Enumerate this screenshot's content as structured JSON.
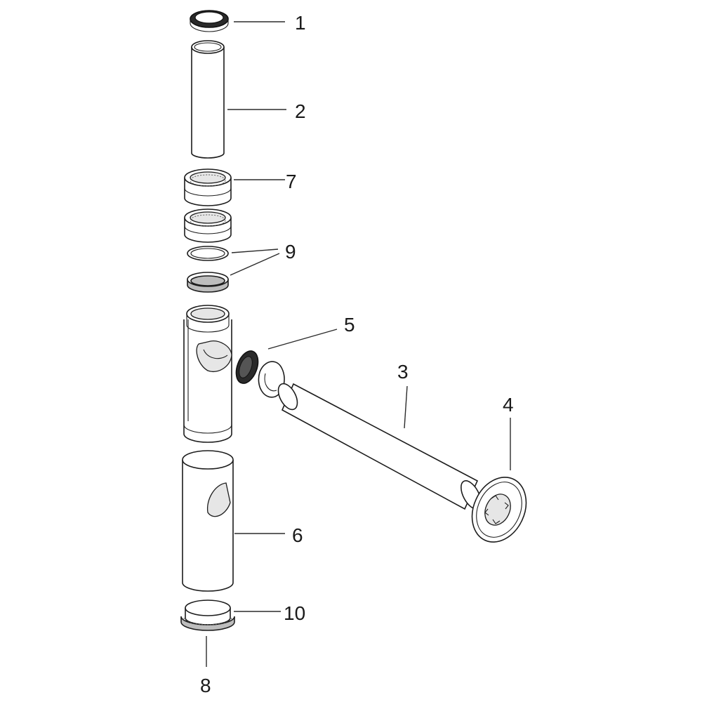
{
  "callouts": [
    {
      "id": "1",
      "label": "1"
    },
    {
      "id": "2",
      "label": "2"
    },
    {
      "id": "7",
      "label": "7"
    },
    {
      "id": "9",
      "label": "9"
    },
    {
      "id": "5",
      "label": "5"
    },
    {
      "id": "3",
      "label": "3"
    },
    {
      "id": "4",
      "label": "4"
    },
    {
      "id": "6",
      "label": "6"
    },
    {
      "id": "10",
      "label": "10"
    },
    {
      "id": "8",
      "label": "8"
    }
  ]
}
